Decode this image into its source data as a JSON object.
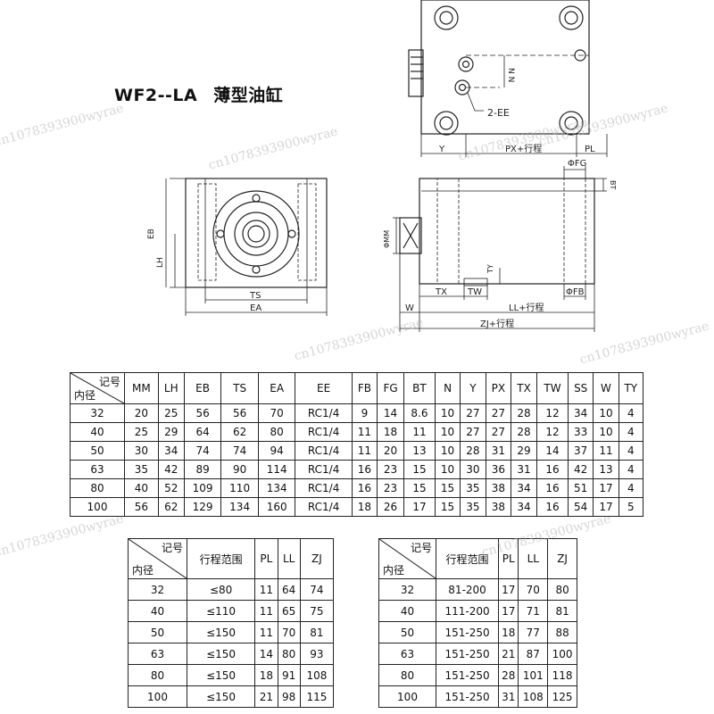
{
  "title": {
    "model": "WF2--LA",
    "name": "薄型油缸"
  },
  "watermark": "cn1078393900wyrae",
  "drawing_labels": {
    "nn": "N N",
    "ee": "2-EE",
    "y": "Y",
    "px": "PX+行程",
    "pl": "PL",
    "fg": "ΦFG",
    "bt": "BT",
    "mm": "ΦMM",
    "ty": "TY",
    "tx": "TX",
    "tw": "TW",
    "fb": "ΦFB",
    "w": "W",
    "ll": "LL+行程",
    "zj": "ZJ+行程",
    "eb": "EB",
    "lh": "LH",
    "ts": "TS",
    "ea": "EA"
  },
  "main_table": {
    "corner_top": "记号",
    "corner_bottom": "内径",
    "headers": [
      "MM",
      "LH",
      "EB",
      "TS",
      "EA",
      "EE",
      "FB",
      "FG",
      "BT",
      "N",
      "Y",
      "PX",
      "TX",
      "TW",
      "SS",
      "W",
      "TY"
    ],
    "rows": [
      [
        "32",
        "20",
        "25",
        "56",
        "56",
        "70",
        "RC1/4",
        "9",
        "14",
        "8.6",
        "10",
        "27",
        "27",
        "28",
        "12",
        "34",
        "10",
        "4"
      ],
      [
        "40",
        "25",
        "29",
        "64",
        "62",
        "80",
        "RC1/4",
        "11",
        "18",
        "11",
        "10",
        "27",
        "27",
        "28",
        "12",
        "33",
        "10",
        "4"
      ],
      [
        "50",
        "30",
        "34",
        "74",
        "74",
        "94",
        "RC1/4",
        "11",
        "20",
        "13",
        "10",
        "28",
        "31",
        "29",
        "14",
        "37",
        "11",
        "4"
      ],
      [
        "63",
        "35",
        "42",
        "89",
        "90",
        "114",
        "RC1/4",
        "16",
        "23",
        "15",
        "10",
        "30",
        "36",
        "31",
        "16",
        "42",
        "13",
        "4"
      ],
      [
        "80",
        "40",
        "52",
        "109",
        "110",
        "134",
        "RC1/4",
        "16",
        "23",
        "15",
        "15",
        "35",
        "38",
        "34",
        "16",
        "51",
        "17",
        "4"
      ],
      [
        "100",
        "56",
        "62",
        "129",
        "134",
        "160",
        "RC1/4",
        "18",
        "26",
        "17",
        "15",
        "35",
        "38",
        "34",
        "16",
        "54",
        "17",
        "5"
      ]
    ]
  },
  "stroke_table_left": {
    "corner_top": "记号",
    "corner_bottom": "内径",
    "headers": [
      "行程范围",
      "PL",
      "LL",
      "ZJ"
    ],
    "rows": [
      [
        "32",
        "≤80",
        "11",
        "64",
        "74"
      ],
      [
        "40",
        "≤110",
        "11",
        "65",
        "75"
      ],
      [
        "50",
        "≤150",
        "11",
        "70",
        "81"
      ],
      [
        "63",
        "≤150",
        "14",
        "80",
        "93"
      ],
      [
        "80",
        "≤150",
        "18",
        "91",
        "108"
      ],
      [
        "100",
        "≤150",
        "21",
        "98",
        "115"
      ]
    ]
  },
  "stroke_table_right": {
    "corner_top": "记号",
    "corner_bottom": "内径",
    "headers": [
      "行程范围",
      "PL",
      "LL",
      "ZJ"
    ],
    "rows": [
      [
        "32",
        "81-200",
        "17",
        "70",
        "80"
      ],
      [
        "40",
        "111-200",
        "17",
        "71",
        "81"
      ],
      [
        "50",
        "151-250",
        "18",
        "77",
        "88"
      ],
      [
        "63",
        "151-250",
        "21",
        "87",
        "100"
      ],
      [
        "80",
        "151-250",
        "28",
        "101",
        "118"
      ],
      [
        "100",
        "151-250",
        "31",
        "108",
        "125"
      ]
    ]
  }
}
